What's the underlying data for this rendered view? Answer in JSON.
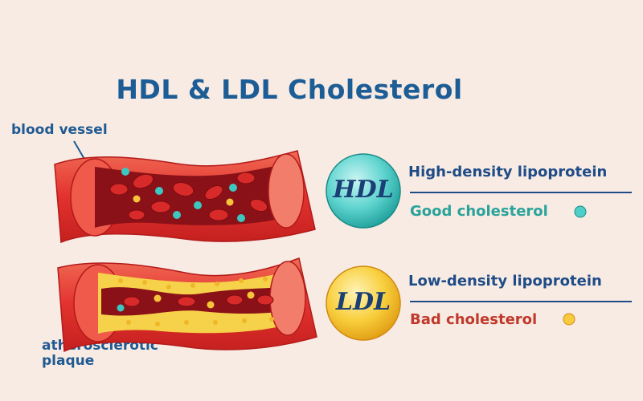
{
  "title": "HDL & LDL Cholesterol",
  "labels": {
    "blood_vessel": "blood vessel",
    "plaque": "atherosclerotic plaque"
  },
  "hdl": {
    "abbr": "HDL",
    "name": "High-density lipoprotein",
    "description": "Good cholesterol",
    "color": "#2aa39a"
  },
  "ldl": {
    "abbr": "LDL",
    "name": "Low-density lipoprotein",
    "description": "Bad cholesterol",
    "color": "#c0392b"
  },
  "colors": {
    "background": "#f8ebe3",
    "title": "#1d5d96",
    "vessel": "#e0302c",
    "blood": "#8a1117",
    "plaque": "#f6d24a",
    "hdl_particle": "#3cc7c0",
    "ldl_particle": "#f7c33b"
  },
  "icons": [
    "hdl-particle-icon",
    "ldl-particle-icon",
    "red-blood-cell-icon"
  ]
}
